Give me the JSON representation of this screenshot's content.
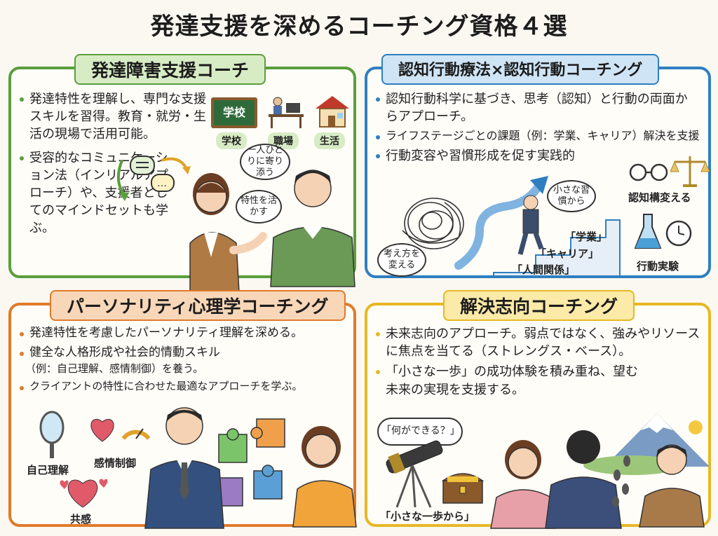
{
  "title": "発達支援を深めるコーチング資格４選",
  "colors": {
    "green": "#5a9e3c",
    "blue": "#2f7fc0",
    "orange": "#e07a2a",
    "yellow": "#e6b824"
  },
  "cards": {
    "c1": {
      "title": "発達障害支援コーチ",
      "bullets": [
        "発達特性を理解し、専門な支援スキルを習得。教育・就労・生活の現場で活用可能。",
        "受容的なコミュニケーション法（インリアルアプローチ）や、支援者としてのマインドセットも学ぶ。"
      ],
      "board": "学校",
      "labels": [
        "学校",
        "職場",
        "生活"
      ],
      "bubbles": [
        "一人ひとりに寄り添う",
        "特性を活かす"
      ],
      "icons": [
        "chalkboard-icon",
        "desk-icon",
        "house-icon",
        "speech-icon"
      ]
    },
    "c2": {
      "title": "認知行動療法×認知行動コーチング",
      "bullets": [
        "認知行動科学に基づき、思考（認知）と行動の両面からアプローチ。",
        "ライフステージごとの課題（例：学業、キャリア）解決を支援",
        "行動変容や習慣形成を促す実践的"
      ],
      "bubbles": [
        "考え方を変える",
        "小さな習慣から"
      ],
      "steps": [
        "「学業」",
        "「キャリア」",
        "「人間関係」"
      ],
      "labels": [
        "認知構変える",
        "行動実験"
      ],
      "icons": [
        "glasses-icon",
        "scale-icon",
        "flask-icon",
        "clock-icon",
        "tangle-icon",
        "arrow-up-icon"
      ]
    },
    "c3": {
      "title": "パーソナリティ心理学コーチング",
      "bullets": [
        "発達特性を考慮したパーソナリティ理解を深める。",
        "健全な人格形成や社会的情動スキル",
        "クライアントの特性に合わせた最適なアプローチを学ぶ。"
      ],
      "sub": "（例：自己理解、感情制御）を養う。",
      "labels": [
        "自己理解",
        "感情制御",
        "共感"
      ],
      "icons": [
        "mirror-icon",
        "heart-gauge-icon",
        "hearts-icon",
        "puzzle-icon"
      ]
    },
    "c4": {
      "title": "解決志向コーチング",
      "bullets": [
        "未来志向のアプローチ。弱点ではなく、強みやリソースに焦点を当てる（ストレングス・ベース）。",
        "「小さな一歩」の成功体験を積み重ね、望む未来の実現を支援する。"
      ],
      "bubble": "「何ができる？」",
      "caption": "「小さな一歩から」",
      "icons": [
        "telescope-icon",
        "treasure-chest-icon",
        "mountain-icon",
        "footprints-icon"
      ]
    }
  }
}
